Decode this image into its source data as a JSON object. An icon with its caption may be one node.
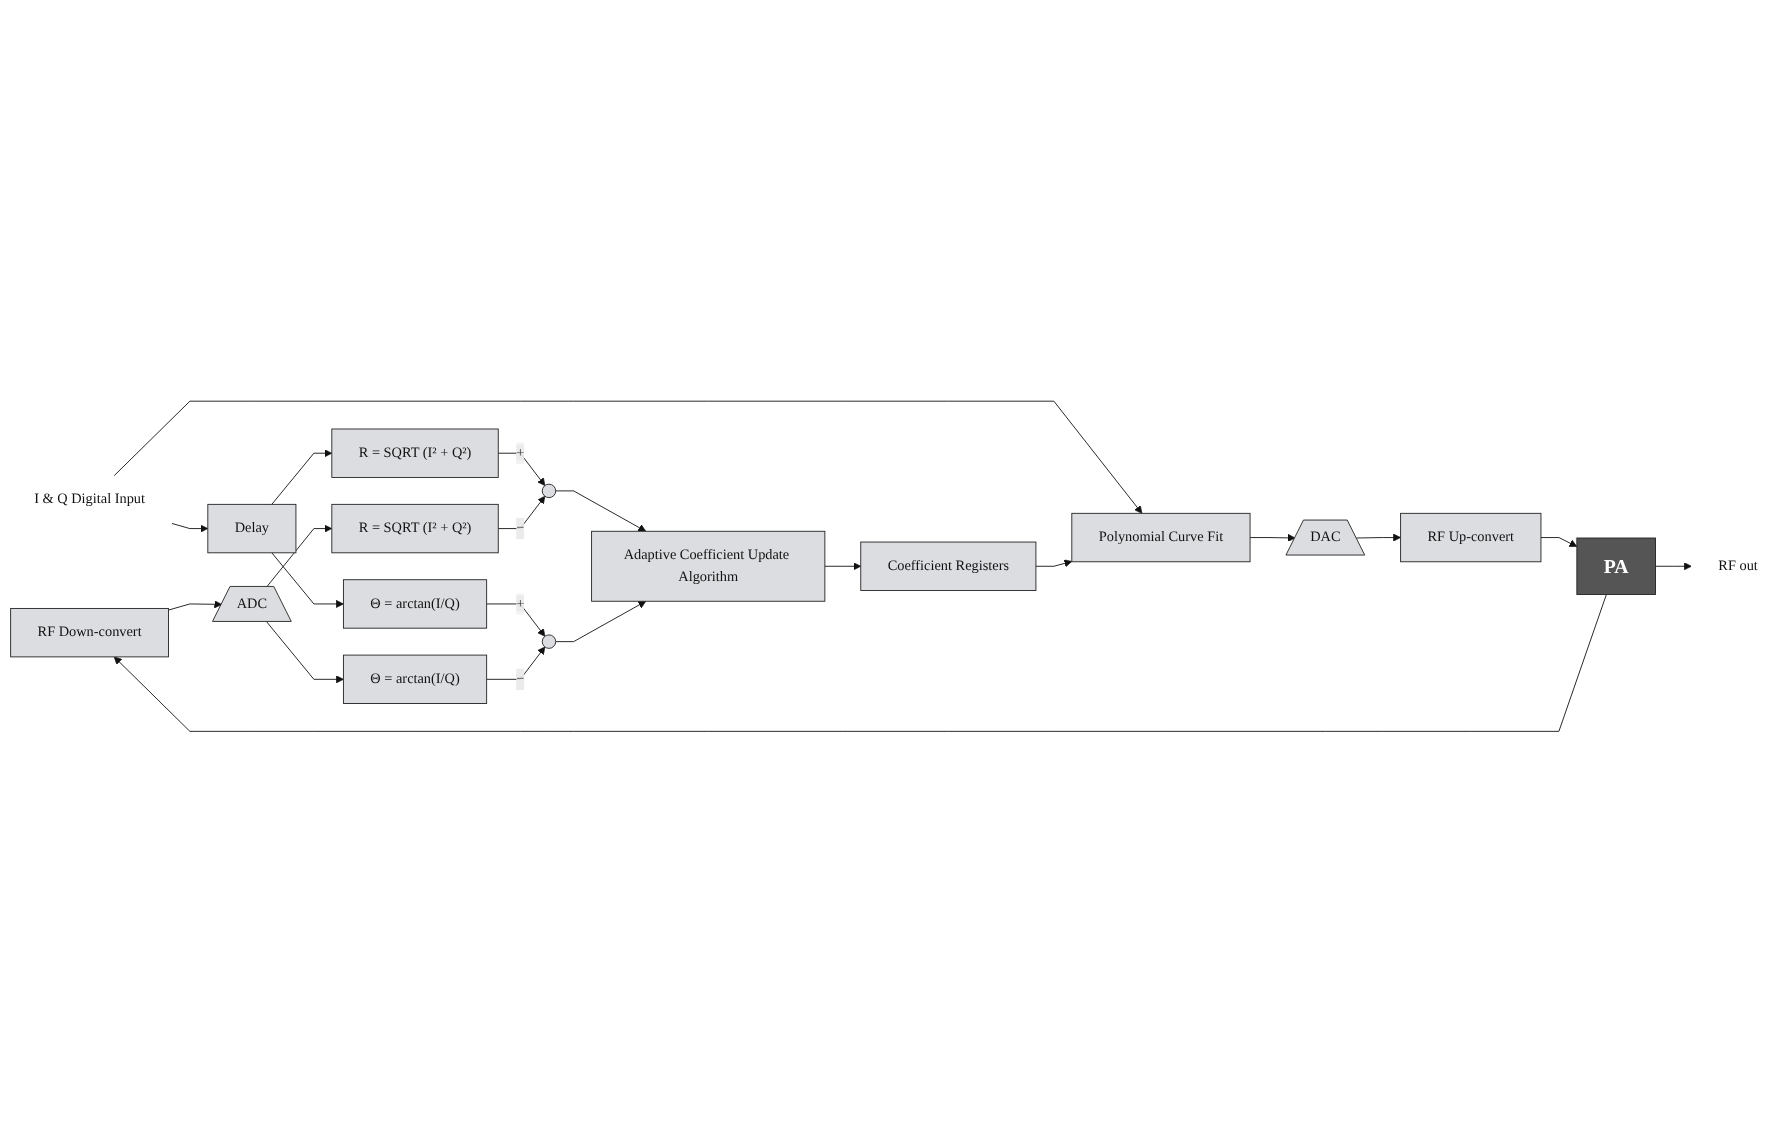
{
  "diagram": {
    "nodes": [
      {
        "text": [
          "I & Q Digital Input"
        ]
      },
      {
        "text": [
          "Polynomial Curve Fit"
        ]
      },
      {
        "text": [
          "DAC"
        ]
      },
      {
        "text": [
          "RF Up-convert"
        ]
      },
      {
        "text": [
          "PA"
        ]
      },
      {
        "text": [
          "RF out"
        ]
      },
      {
        "text": [
          "Coefficient Registers"
        ]
      },
      {
        "text": [
          "Adaptive Coefficient Update Algorithm"
        ]
      },
      {
        "text": [
          "Delay"
        ]
      },
      {
        "text": [
          "R = SQRT (I² + Q²)"
        ]
      },
      {
        "text": [
          "Θ = arctan(I/Q)"
        ]
      },
      {
        "text": [],
        "shape": "circle"
      },
      {
        "text": [],
        "shape": "circle"
      },
      {
        "text": [
          "R = SQRT (I² + Q²)"
        ]
      },
      {
        "text": [
          "Θ = arctan(I/Q)"
        ]
      },
      {
        "text": [
          "ADC"
        ]
      },
      {
        "text": [
          "RF Down-convert"
        ]
      }
    ],
    "edges": [
      {
        "from": 0,
        "to": 1,
        "arrow": "to"
      },
      {
        "from": 1,
        "to": 2,
        "arrow": "to"
      },
      {
        "from": 2,
        "to": 3,
        "arrow": "to"
      },
      {
        "from": 3,
        "to": 4,
        "arrow": "to"
      },
      {
        "from": 4,
        "to": 5,
        "arrow": "to"
      },
      {
        "from": 6,
        "to": 1,
        "arrow": "to"
      },
      {
        "from": 7,
        "to": 6,
        "arrow": "to"
      },
      {
        "from": 0,
        "to": 8,
        "arrow": "to"
      },
      {
        "from": 8,
        "to": 9,
        "arrow": "to"
      },
      {
        "from": 8,
        "to": 10,
        "arrow": "to"
      },
      {
        "from": 9,
        "to": 11,
        "arrow": "to",
        "label": "+"
      },
      {
        "from": 13,
        "to": 11,
        "arrow": "to",
        "label": "−"
      },
      {
        "from": 11,
        "to": 7,
        "arrow": "to"
      },
      {
        "from": 10,
        "to": 12,
        "arrow": "to",
        "label": "+"
      },
      {
        "from": 14,
        "to": 12,
        "arrow": "to",
        "label": "−"
      },
      {
        "from": 12,
        "to": 7,
        "arrow": "to"
      },
      {
        "from": 15,
        "to": 13,
        "arrow": "to"
      },
      {
        "from": 15,
        "to": 14,
        "arrow": "to"
      },
      {
        "from": 16,
        "to": 15,
        "arrow": "to"
      },
      {
        "from": 4,
        "to": 16,
        "arrow": "to"
      }
    ]
  }
}
